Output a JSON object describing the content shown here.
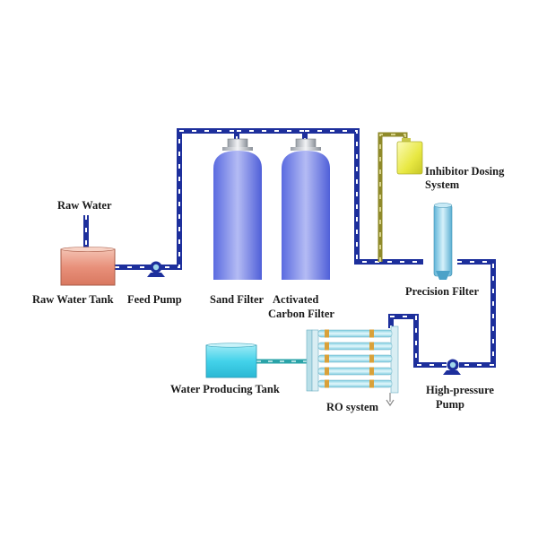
{
  "labels": {
    "raw_water": "Raw Water",
    "raw_water_tank": "Raw Water Tank",
    "feed_pump": "Feed Pump",
    "sand_filter": "Sand Filter",
    "activated_line1": "Activated",
    "activated_line2": "Carbon Filter",
    "inhibitor_line1": "Inhibitor Dosing",
    "inhibitor_line2": "System",
    "precision_filter": "Precision Filter",
    "water_producing_tank": "Water Producing Tank",
    "ro_system": "RO system",
    "high_pressure_line1": "High-pressure",
    "high_pressure_line2": "Pump"
  },
  "colors": {
    "pipe": "#1d2f9c",
    "pipe_highlight": "#ffffff",
    "dosing_pipe": "#8f8a2a",
    "treated_pipe": "#2aa3a8",
    "raw_tank": "#e8907a",
    "vessel": "#7f8ee8",
    "dosing_tank": "#ecec4a",
    "precision_filter": "#8fd3ec",
    "product_tank": "#58d8ec",
    "ro_membrane": "#a6e2ee",
    "pump": "#1d2f9c"
  }
}
